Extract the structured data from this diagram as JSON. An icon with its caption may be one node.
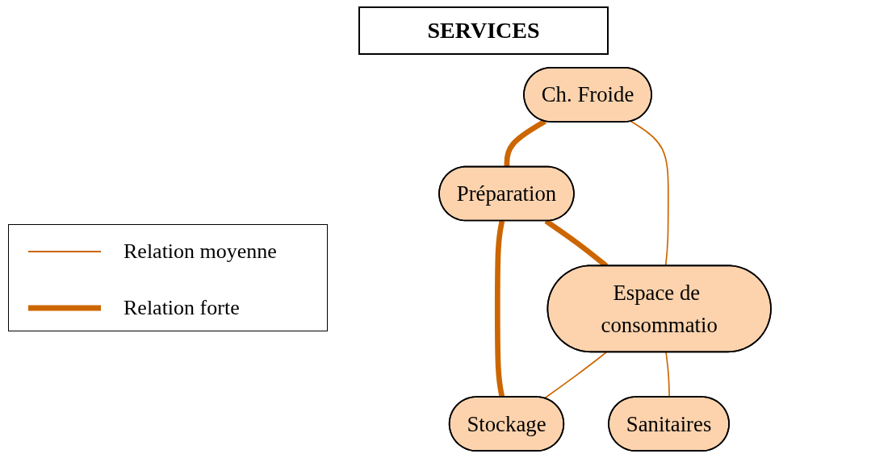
{
  "diagram": {
    "title": "SERVICES",
    "nodes": [
      {
        "text": [
          "Ch. Froide"
        ]
      },
      {
        "text": [
          "Préparation"
        ]
      },
      {
        "text": [
          "Espace de consommatio"
        ]
      },
      {
        "text": [
          "Stockage"
        ]
      },
      {
        "text": [
          "Sanitaires"
        ]
      }
    ],
    "edges": [
      {
        "from": 0,
        "to": 1,
        "arrow": "none",
        "style": "thick"
      },
      {
        "from": 1,
        "to": 2,
        "arrow": "none",
        "style": "thick"
      },
      {
        "from": 1,
        "to": 3,
        "arrow": "none",
        "style": "thick"
      },
      {
        "from": 0,
        "to": 2,
        "arrow": "none"
      },
      {
        "from": 2,
        "to": 3,
        "arrow": "none"
      },
      {
        "from": 2,
        "to": 4,
        "arrow": "none"
      }
    ],
    "legend": [
      {
        "text": "Relation moyenne"
      },
      {
        "text": "Relation forte"
      }
    ]
  }
}
